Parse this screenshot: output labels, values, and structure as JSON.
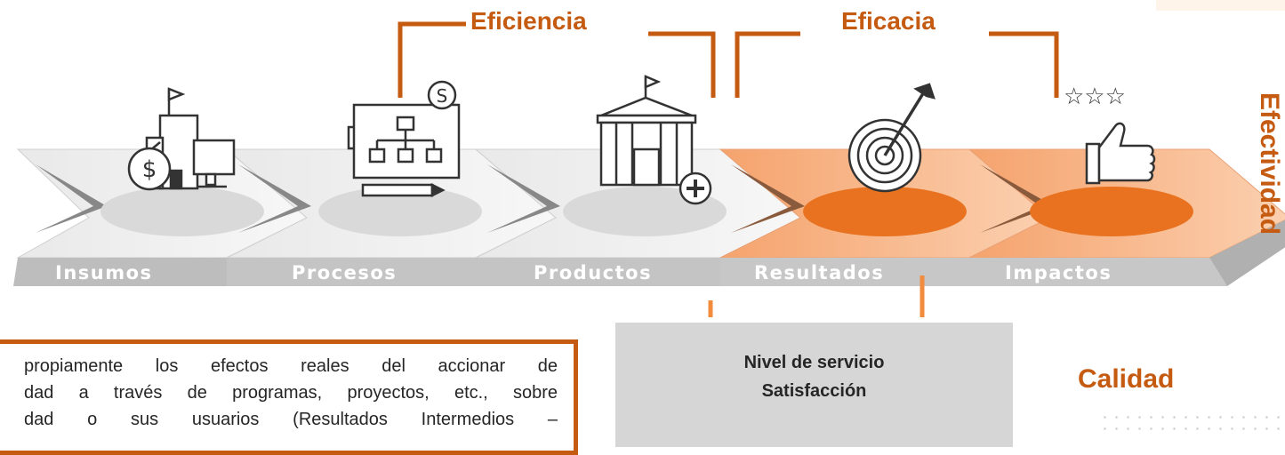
{
  "brackets": {
    "eficiencia": "Eficiencia",
    "eficacia": "Eficacia",
    "efectividad": "Efectividad"
  },
  "stages": [
    {
      "label": "Insumos",
      "icon": "building-money-computer-icon",
      "highlighted": false
    },
    {
      "label": "Procesos",
      "icon": "process-flowchart-icon",
      "highlighted": false
    },
    {
      "label": "Productos",
      "icon": "building-plus-icon",
      "highlighted": false
    },
    {
      "label": "Resultados",
      "icon": "target-arrow-icon",
      "highlighted": true
    },
    {
      "label": "Impactos",
      "icon": "thumbs-up-stars-icon",
      "highlighted": true
    }
  ],
  "service_box": {
    "line1": "Nivel de servicio",
    "line2": "Satisfacción"
  },
  "calidad": "Calidad",
  "note": {
    "line1": "propiamente los efectos reales del accionar de",
    "line2": "dad a través de programas, proyectos, etc., sobre",
    "line3": "dad o sus usuarios (Resultados Intermedios –"
  },
  "colors": {
    "accent": "#c55a11",
    "accent_light": "#f4a26b",
    "grey_band": "#c9c9c9",
    "box_grey": "#d6d6d6"
  }
}
